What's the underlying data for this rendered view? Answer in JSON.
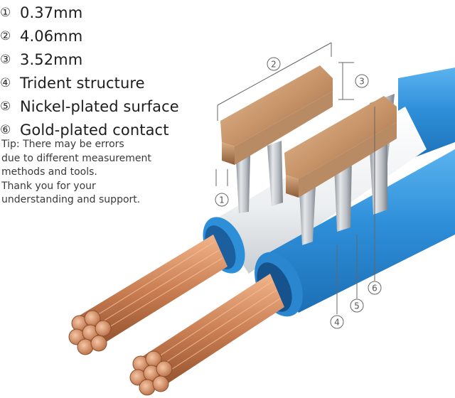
{
  "specs": [
    {
      "num": "①",
      "label": "0.37mm"
    },
    {
      "num": "②",
      "label": "4.06mm"
    },
    {
      "num": "③",
      "label": "3.52mm"
    },
    {
      "num": "④",
      "label": "Trident structure"
    },
    {
      "num": "⑤",
      "label": "Nickel-plated surface"
    },
    {
      "num": "⑥",
      "label": "Gold-plated contact"
    }
  ],
  "tip": {
    "lines": [
      "Tip: There may be errors",
      "due to different measurement",
      "methods and tools.",
      "Thank you for your",
      "understanding and support."
    ]
  },
  "callouts": {
    "c1": "1",
    "c2": "2",
    "c3": "3",
    "c4": "4",
    "c5": "5",
    "c6": "6"
  },
  "colors": {
    "blue_insulation": "#2d8fd8",
    "white_insulation": "#f1f3f4",
    "copper": "#cf8a5c",
    "gold": "#c99a6a",
    "nickel": "#c9cdd1"
  }
}
